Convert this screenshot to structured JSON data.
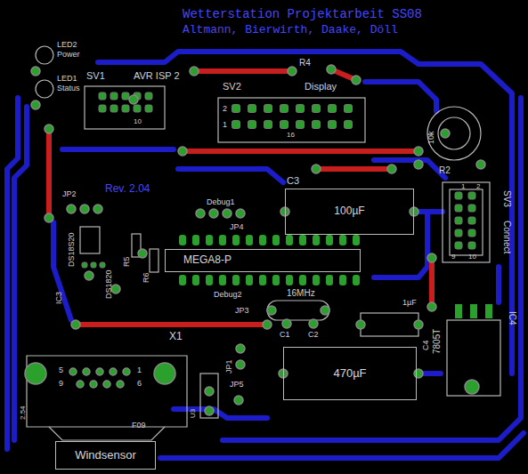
{
  "diagram": {
    "title": "Wetterstation Projektarbeit SS08",
    "nodes": [
      {
        "text": [
          "MEGA8-P"
        ]
      },
      {
        "text": [
          "100µF"
        ]
      },
      {
        "text": [
          "470µF"
        ]
      },
      {
        "text": [
          "Windsensor"
        ]
      }
    ],
    "labels": [
      "Altmann, Bierwirth, Daake, Döll",
      "LED2",
      "Power",
      "LED1",
      "Status",
      "SV1",
      "AVR ISP 2",
      "10",
      "SV2",
      "Display",
      "R4",
      "2",
      "1",
      "16",
      "10k",
      "R2",
      "SV3",
      "Connect",
      "2",
      "1",
      "9",
      "10",
      "C3",
      "Rev. 2.04",
      "JP2",
      "Debug1",
      "JP4",
      "DS18S20",
      "DS1820",
      "IC3",
      "R5",
      "R6",
      "Debug2",
      "JP3",
      "16MHz",
      "C1",
      "C2",
      "1µF",
      "C4",
      "7805T",
      "IC4",
      "X1",
      "5",
      "9",
      "1",
      "6",
      "F09",
      "2.54",
      "JP1",
      "JP5",
      "U3"
    ]
  }
}
